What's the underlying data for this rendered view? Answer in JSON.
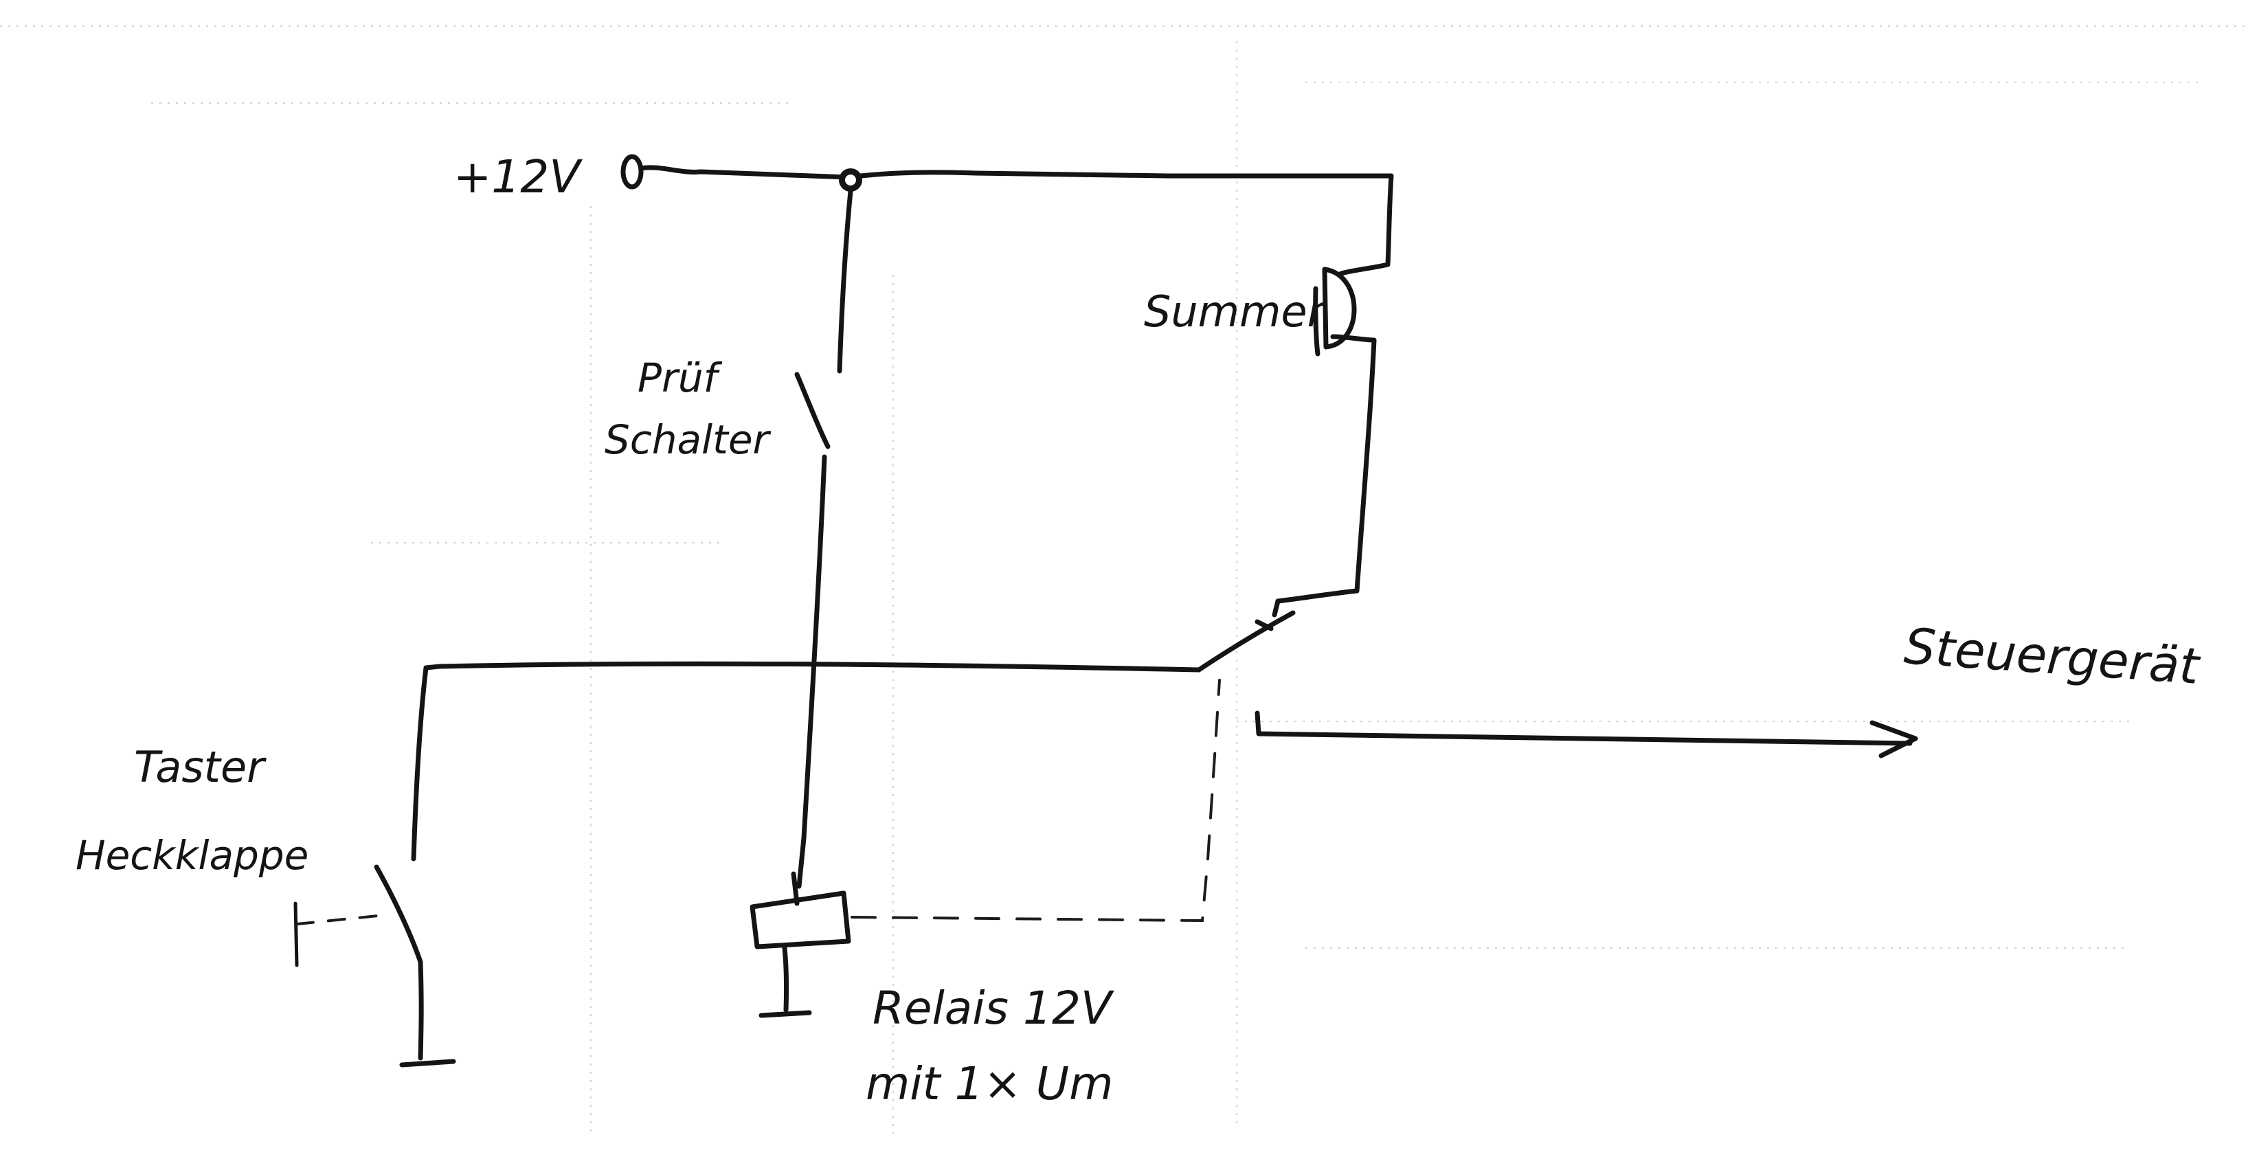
{
  "diagram": {
    "labels": {
      "supply": "+12V",
      "test_switch_line1": "Prüf",
      "test_switch_line2": "Schalter",
      "buzzer": "Summer",
      "control_unit": "Steuergerät",
      "button_line1": "Taster",
      "button_line2": "Heckklappe",
      "relay_line1": "Relais 12V",
      "relay_line2": "mit 1× Um"
    },
    "components": [
      "supply-terminal",
      "junction",
      "test-switch",
      "buzzer",
      "relay-coil",
      "relay-changeover-contact",
      "tailgate-button",
      "ground",
      "output-arrow"
    ],
    "colors": {
      "ink": "#141414",
      "paper": "#ffffff"
    }
  }
}
